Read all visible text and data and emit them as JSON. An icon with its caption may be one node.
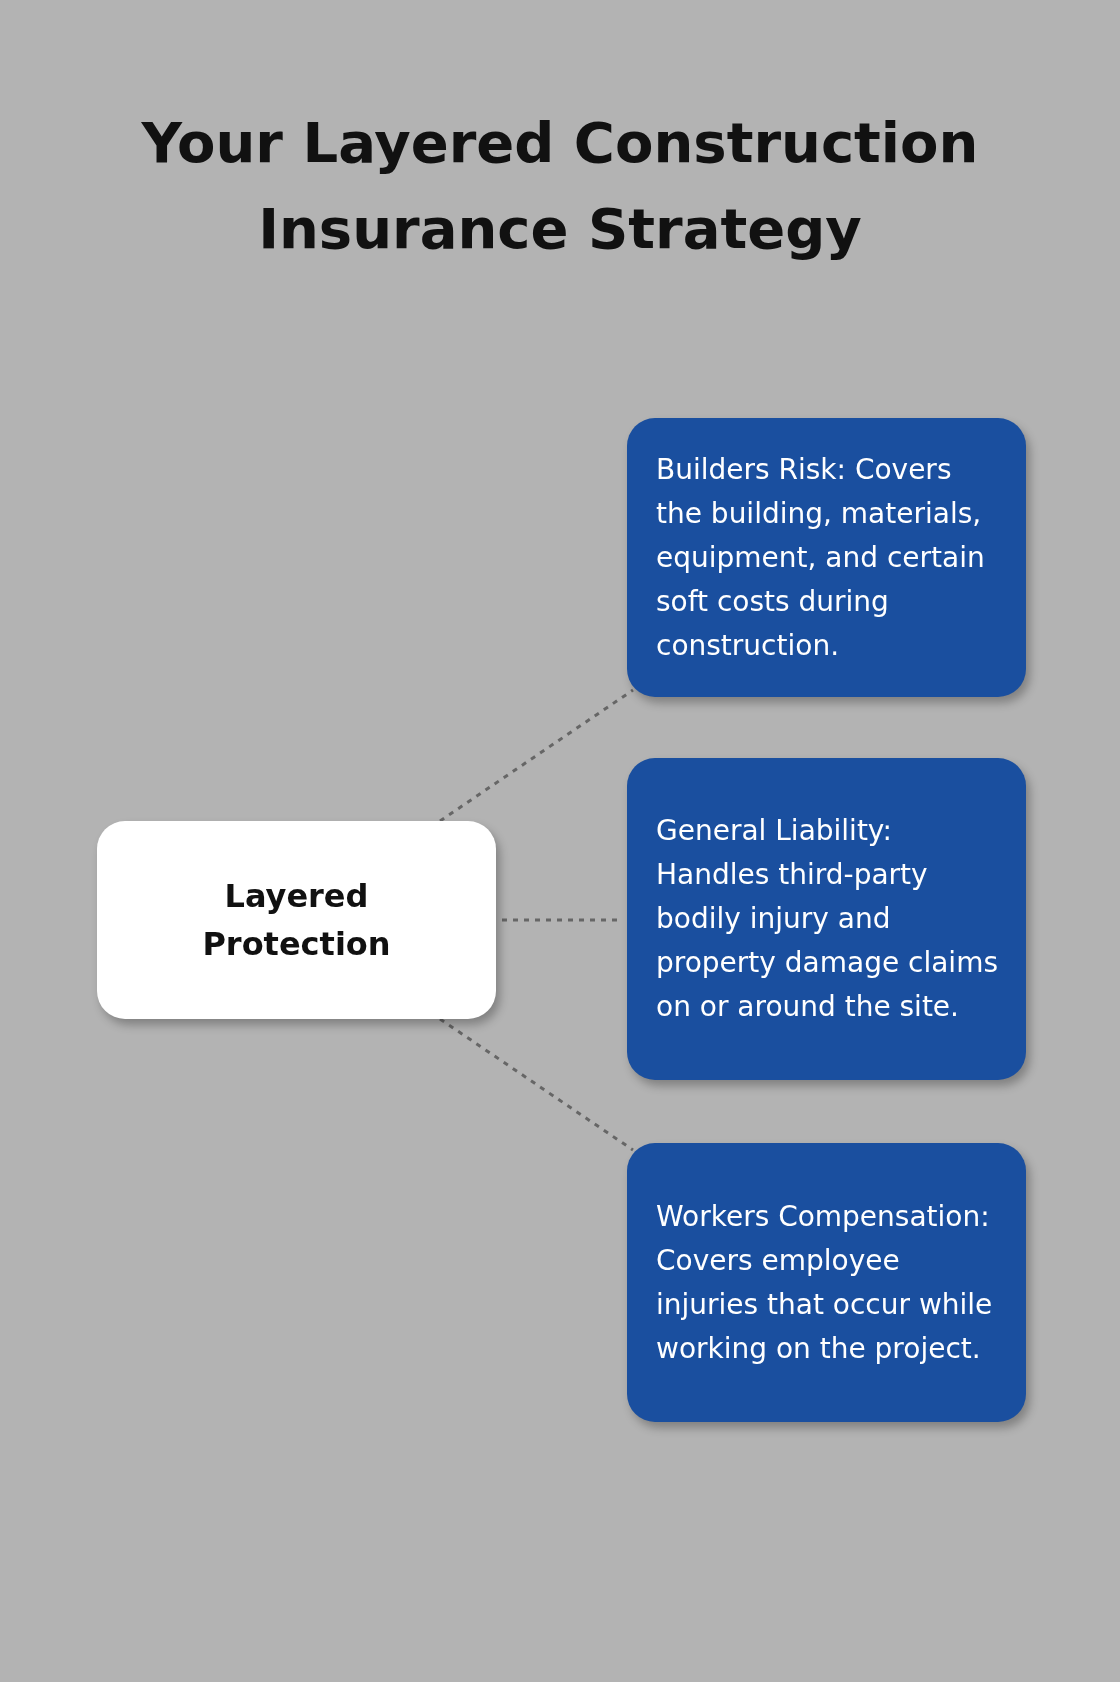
{
  "diagram": {
    "title": "Your Layered Construction Insurance Strategy",
    "nodes": [
      {
        "text": [
          "Layered Protection"
        ]
      },
      {
        "text": [
          "Builders Risk: Covers the building, materials, equipment, and certain soft costs during construction."
        ]
      },
      {
        "text": [
          "General Liability: Handles third-party bodily injury and property damage claims on or around the site."
        ]
      },
      {
        "text": [
          "Workers Compensation: Covers employee injuries that occur while working on the project."
        ]
      }
    ],
    "edges": [
      {
        "from": 0,
        "to": 1,
        "arrow": "none",
        "style": "dashed"
      },
      {
        "from": 0,
        "to": 2,
        "arrow": "none",
        "style": "dashed"
      },
      {
        "from": 0,
        "to": 3,
        "arrow": "none",
        "style": "dashed"
      }
    ]
  }
}
